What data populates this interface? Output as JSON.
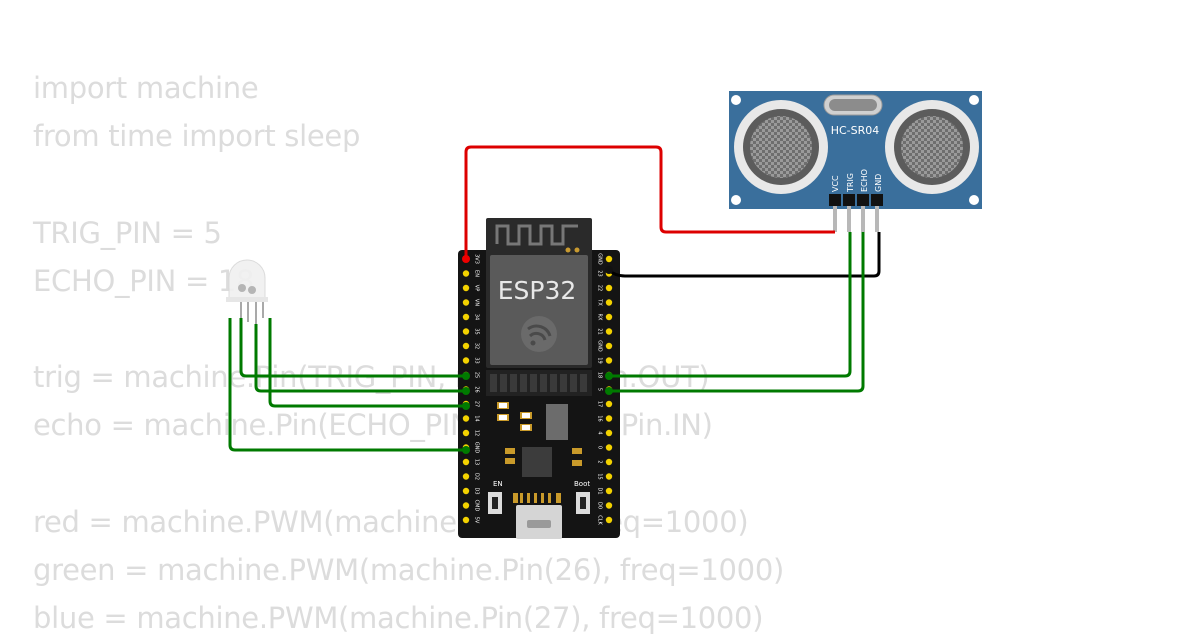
{
  "code_lines": [
    "import machine",
    "from time import sleep",
    "",
    "TRIG_PIN = 5",
    "ECHO_PIN = 18",
    "",
    "trig = machine.Pin(TRIG_PIN, machine.Pin.OUT)",
    "echo = machine.Pin(ECHO_PIN, machine.Pin.IN)",
    "",
    "red = machine.PWM(machine.Pin(25), freq=1000)",
    "green = machine.PWM(machine.Pin(26), freq=1000)",
    "blue = machine.PWM(machine.Pin(27), freq=1000)"
  ],
  "esp32": {
    "label": "ESP32",
    "en_label": "EN",
    "boot_label": "Boot",
    "left_pins": [
      "3V3",
      "EN",
      "VP",
      "VN",
      "34",
      "35",
      "32",
      "33",
      "25",
      "26",
      "27",
      "14",
      "12",
      "GND",
      "13",
      "D2",
      "D3",
      "CMD",
      "5V"
    ],
    "right_pins": [
      "GND",
      "23",
      "22",
      "TX",
      "RX",
      "21",
      "GND",
      "19",
      "18",
      "5",
      "17",
      "16",
      "4",
      "0",
      "2",
      "15",
      "D1",
      "D0",
      "CLK"
    ]
  },
  "sensor": {
    "label": "HC-SR04",
    "pins": [
      "VCC",
      "TRIG",
      "ECHO",
      "GND"
    ]
  },
  "wire_colors": {
    "power": "#dd0000",
    "ground": "#000000",
    "signal": "#007a00"
  },
  "colors": {
    "board": "#141414",
    "pin_header": "#f3d200",
    "sensor_body": "#3a6f9c"
  }
}
